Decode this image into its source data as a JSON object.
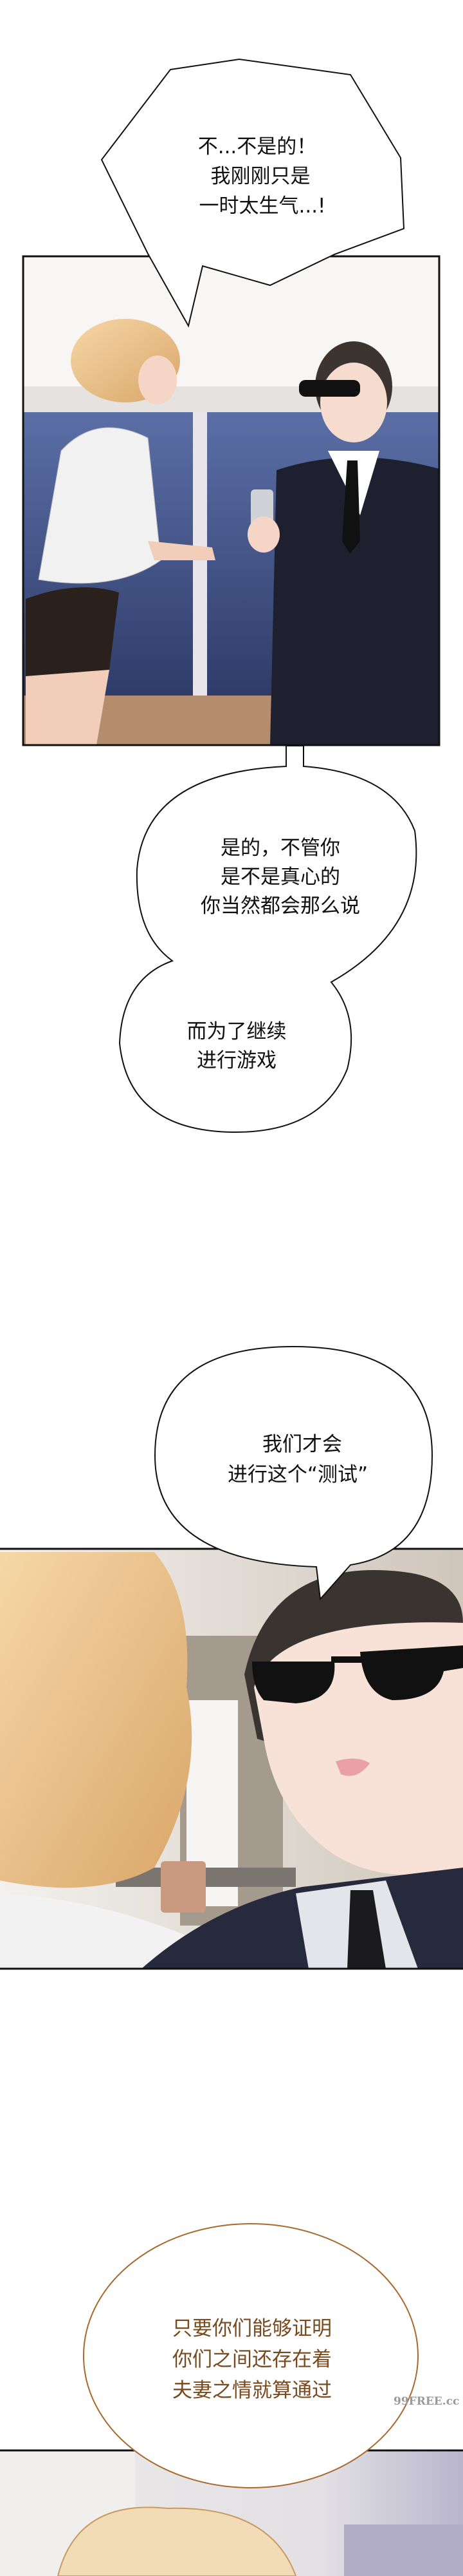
{
  "bubbles": [
    {
      "lines": [
        "不...不是的！",
        "我刚刚只是",
        "一时太生气...!"
      ]
    },
    {
      "lines": [
        "是的，不管你",
        "是不是真心的",
        "你当然都会那么说"
      ]
    },
    {
      "lines": [
        "而为了继续",
        "进行游戏"
      ]
    },
    {
      "lines": [
        "我们才会",
        "进行这个“测试”"
      ]
    },
    {
      "lines": [
        "只要你们能够证明",
        "你们之间还存在着",
        "夫妻之情就算通过"
      ]
    }
  ],
  "watermark": "99FREE.cc",
  "colors": {
    "panel_border": "#111111",
    "narration_text": "#7a4a1f",
    "bubble_outline": "#111111"
  }
}
